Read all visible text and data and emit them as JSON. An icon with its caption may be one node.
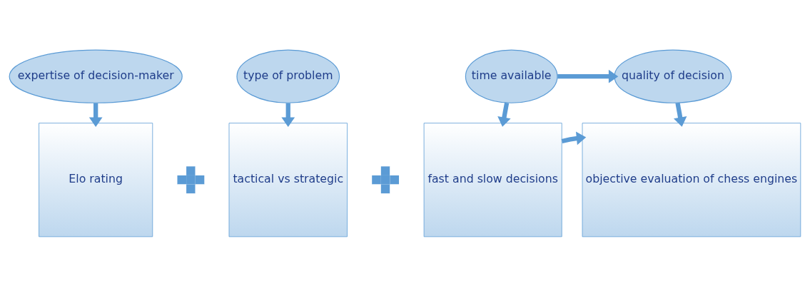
{
  "diagram": {
    "nodes": [
      {
        "text": [
          "expertise of decision-maker"
        ]
      },
      {
        "text": [
          "type of problem"
        ]
      },
      {
        "text": [
          "time available"
        ]
      },
      {
        "text": [
          "quality of decision"
        ]
      },
      {
        "text": [
          "Elo rating"
        ]
      },
      {
        "text": [],
        "shape": "plus"
      },
      {
        "text": [
          "tactical vs strategic"
        ]
      },
      {
        "text": [],
        "shape": "plus"
      },
      {
        "text": [
          "fast and slow decisions"
        ]
      },
      {
        "text": [
          "objective evaluation of chess engines"
        ]
      }
    ],
    "edges": [
      {
        "from": 0,
        "to": 4,
        "arrow": "to"
      },
      {
        "from": 1,
        "to": 6,
        "arrow": "to"
      },
      {
        "from": 2,
        "to": 8,
        "arrow": "to"
      },
      {
        "from": 3,
        "to": 9,
        "arrow": "to"
      },
      {
        "from": 2,
        "to": 3,
        "arrow": "to"
      },
      {
        "from": 8,
        "to": 9,
        "arrow": "to"
      }
    ]
  }
}
